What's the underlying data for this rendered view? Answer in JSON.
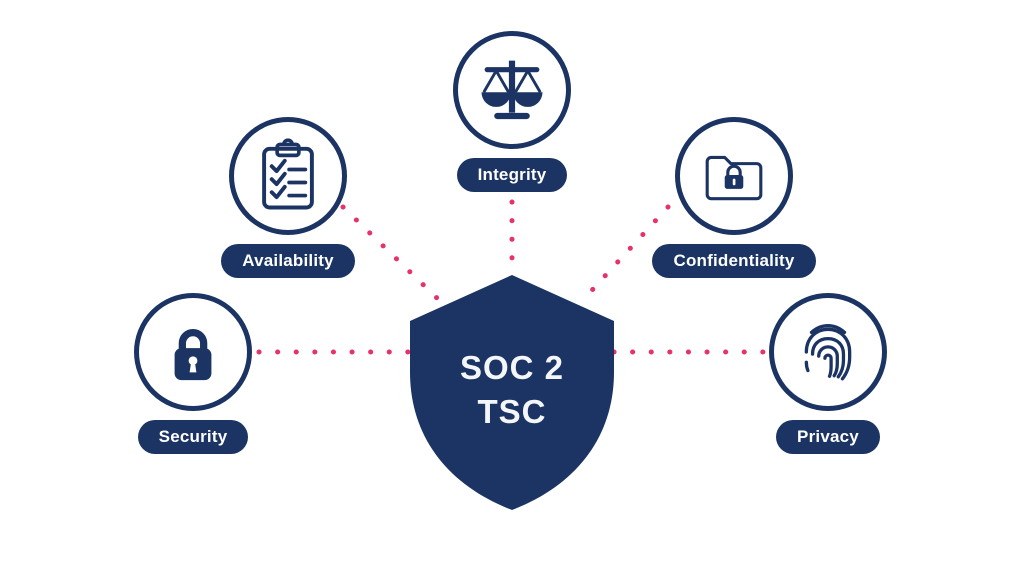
{
  "diagram_title": "SOC 2 TSC",
  "shield": {
    "line1": "SOC 2",
    "line2": "TSC"
  },
  "colors": {
    "navy": "#1b3463",
    "pink": "#e73169",
    "background": "#ffffff"
  },
  "nodes": [
    {
      "id": "security",
      "label": "Security",
      "icon": "lock-icon"
    },
    {
      "id": "availability",
      "label": "Availability",
      "icon": "clipboard-checklist-icon"
    },
    {
      "id": "integrity",
      "label": "Integrity",
      "icon": "scales-icon"
    },
    {
      "id": "confidentiality",
      "label": "Confidentiality",
      "icon": "folder-lock-icon"
    },
    {
      "id": "privacy",
      "label": "Privacy",
      "icon": "fingerprint-icon"
    }
  ],
  "connectors": [
    {
      "from": "security",
      "to": "shield"
    },
    {
      "from": "availability",
      "to": "shield"
    },
    {
      "from": "integrity",
      "to": "shield"
    },
    {
      "from": "confidentiality",
      "to": "shield"
    },
    {
      "from": "privacy",
      "to": "shield"
    }
  ]
}
